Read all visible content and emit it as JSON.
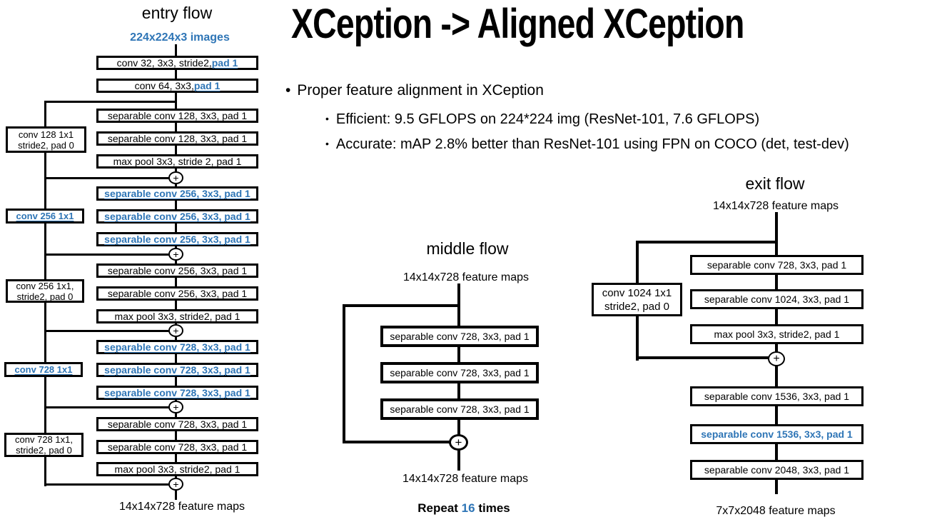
{
  "slide_title": "XCeption -> Aligned XCeption",
  "bullets": {
    "marker": "•",
    "level1": "Proper feature alignment in XCeption",
    "level2_items": [
      "Efficient: 9.5 GFLOPS on 224*224 img (ResNet-101, 7.6 GFLOPS)",
      "Accurate: mAP 2.8% better than ResNet-101 using FPN on COCO (det, test-dev)"
    ]
  },
  "symbols": {
    "plus": "+"
  },
  "colors": {
    "accent_blue": "#2E75B6",
    "diagram_black": "#000000",
    "background": "#FFFFFF"
  },
  "entry": {
    "title": "entry flow",
    "input_label": "224x224x3 images",
    "output_label": "14x14x728 feature maps",
    "boxes": [
      {
        "black": "conv 32, 3x3, stride2, ",
        "blue": "pad 1"
      },
      {
        "black": "conv 64, 3x3, ",
        "blue": "pad 1"
      },
      {
        "black": "separable conv 128, 3x3, pad 1"
      },
      {
        "black": "separable conv 128, 3x3, pad 1"
      },
      {
        "black": "max pool 3x3, stride 2, pad 1"
      },
      {
        "blue": "separable conv 256, 3x3, pad 1"
      },
      {
        "blue": "separable conv 256, 3x3, pad 1"
      },
      {
        "blue": "separable conv 256, 3x3, pad 1"
      },
      {
        "black": "separable conv 256, 3x3, pad 1"
      },
      {
        "black": "separable conv 256, 3x3, pad 1"
      },
      {
        "black": "max pool 3x3, stride2, pad 1"
      },
      {
        "blue": "separable conv 728, 3x3, pad 1"
      },
      {
        "blue": "separable conv 728, 3x3, pad 1"
      },
      {
        "blue": "separable conv 728, 3x3, pad 1"
      },
      {
        "black": "separable conv 728, 3x3, pad 1"
      },
      {
        "black": "separable conv 728, 3x3, pad 1"
      },
      {
        "black": "max pool 3x3, stride2, pad 1"
      }
    ],
    "side_boxes": [
      {
        "line1": "conv 128 1x1",
        "line2": "stride2, pad 0"
      },
      {
        "line1": "conv 256 1x1"
      },
      {
        "line1": "conv 256 1x1,",
        "line2": "stride2, pad 0"
      },
      {
        "line1": "conv 728 1x1"
      },
      {
        "line1": "conv 728 1x1,",
        "line2": "stride2, pad 0"
      }
    ]
  },
  "middle": {
    "title": "middle flow",
    "input_label": "14x14x728 feature maps",
    "output_label": "14x14x728 feature maps",
    "boxes": [
      "separable conv 728, 3x3, pad 1",
      "separable conv 728, 3x3, pad 1",
      "separable conv 728, 3x3, pad 1"
    ],
    "repeat_prefix": "Repeat ",
    "repeat_count": "16",
    "repeat_suffix": " times"
  },
  "exit": {
    "title": "exit flow",
    "input_label": "14x14x728 feature maps",
    "output_label": "7x7x2048 feature maps",
    "side_box": {
      "line1": "conv 1024 1x1",
      "line2": "stride2, pad 0"
    },
    "boxes": [
      {
        "black": "separable conv 728, 3x3, pad 1"
      },
      {
        "black": "separable conv 1024, 3x3, pad 1"
      },
      {
        "black": "max pool 3x3, stride2, pad 1"
      },
      {
        "black": "separable conv 1536, 3x3, pad 1"
      },
      {
        "blue": "separable conv 1536, 3x3, pad 1"
      },
      {
        "black": "separable conv 2048, 3x3, pad 1"
      }
    ]
  }
}
